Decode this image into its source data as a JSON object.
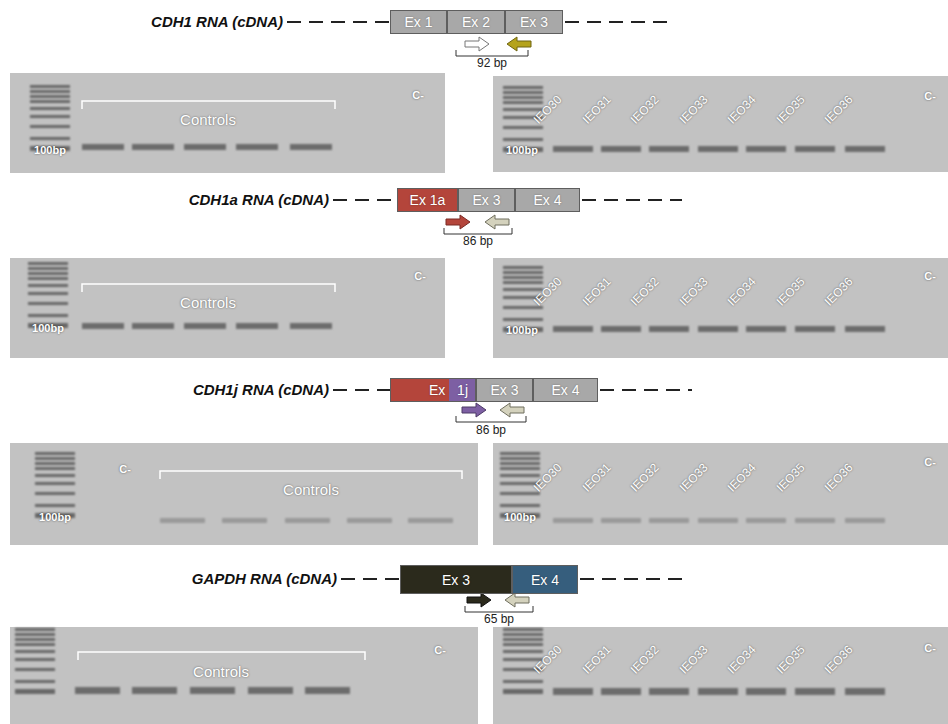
{
  "diagram": {
    "nodes": [
      {
        "text": [
          "Ex 1"
        ]
      },
      {
        "text": [
          "Ex 2"
        ]
      },
      {
        "text": [
          "Ex 3"
        ]
      },
      {
        "text": [
          "Ex 1a"
        ]
      },
      {
        "text": [
          "Ex 3"
        ]
      },
      {
        "text": [
          "Ex 4"
        ]
      },
      {
        "text": [
          "Ex 1j"
        ]
      },
      {
        "text": [
          "Ex 3"
        ]
      },
      {
        "text": [
          "Ex 4"
        ]
      },
      {
        "text": [
          "Ex 3"
        ]
      },
      {
        "text": [
          "Ex 4"
        ]
      }
    ],
    "edges": [],
    "labels": [
      "CDH1 RNA (cDNA)",
      "92 bp",
      "Controls",
      "100bp",
      "C-",
      "100bp",
      "IEO30",
      "IEO31",
      "IEO32",
      "IEO33",
      "IEO34",
      "IEO35",
      "IEO36",
      "C-",
      "CDH1a RNA (cDNA)",
      "86 bp",
      "Controls",
      "100bp",
      "C-",
      "100bp",
      "IEO30",
      "IEO31",
      "IEO32",
      "IEO33",
      "IEO34",
      "IEO35",
      "IEO36",
      "C-",
      "CDH1j RNA (cDNA)",
      "86 bp",
      "C-",
      "Controls",
      "100bp",
      "100bp",
      "IEO30",
      "IEO31",
      "IEO32",
      "IEO33",
      "IEO34",
      "IEO35",
      "IEO36",
      "C-",
      "GAPDH RNA (cDNA)",
      "65 bp",
      "Controls",
      "C-",
      "IEO30",
      "IEO31",
      "IEO32",
      "IEO33",
      "IEO34",
      "IEO35",
      "IEO36",
      "C-"
    ]
  }
}
